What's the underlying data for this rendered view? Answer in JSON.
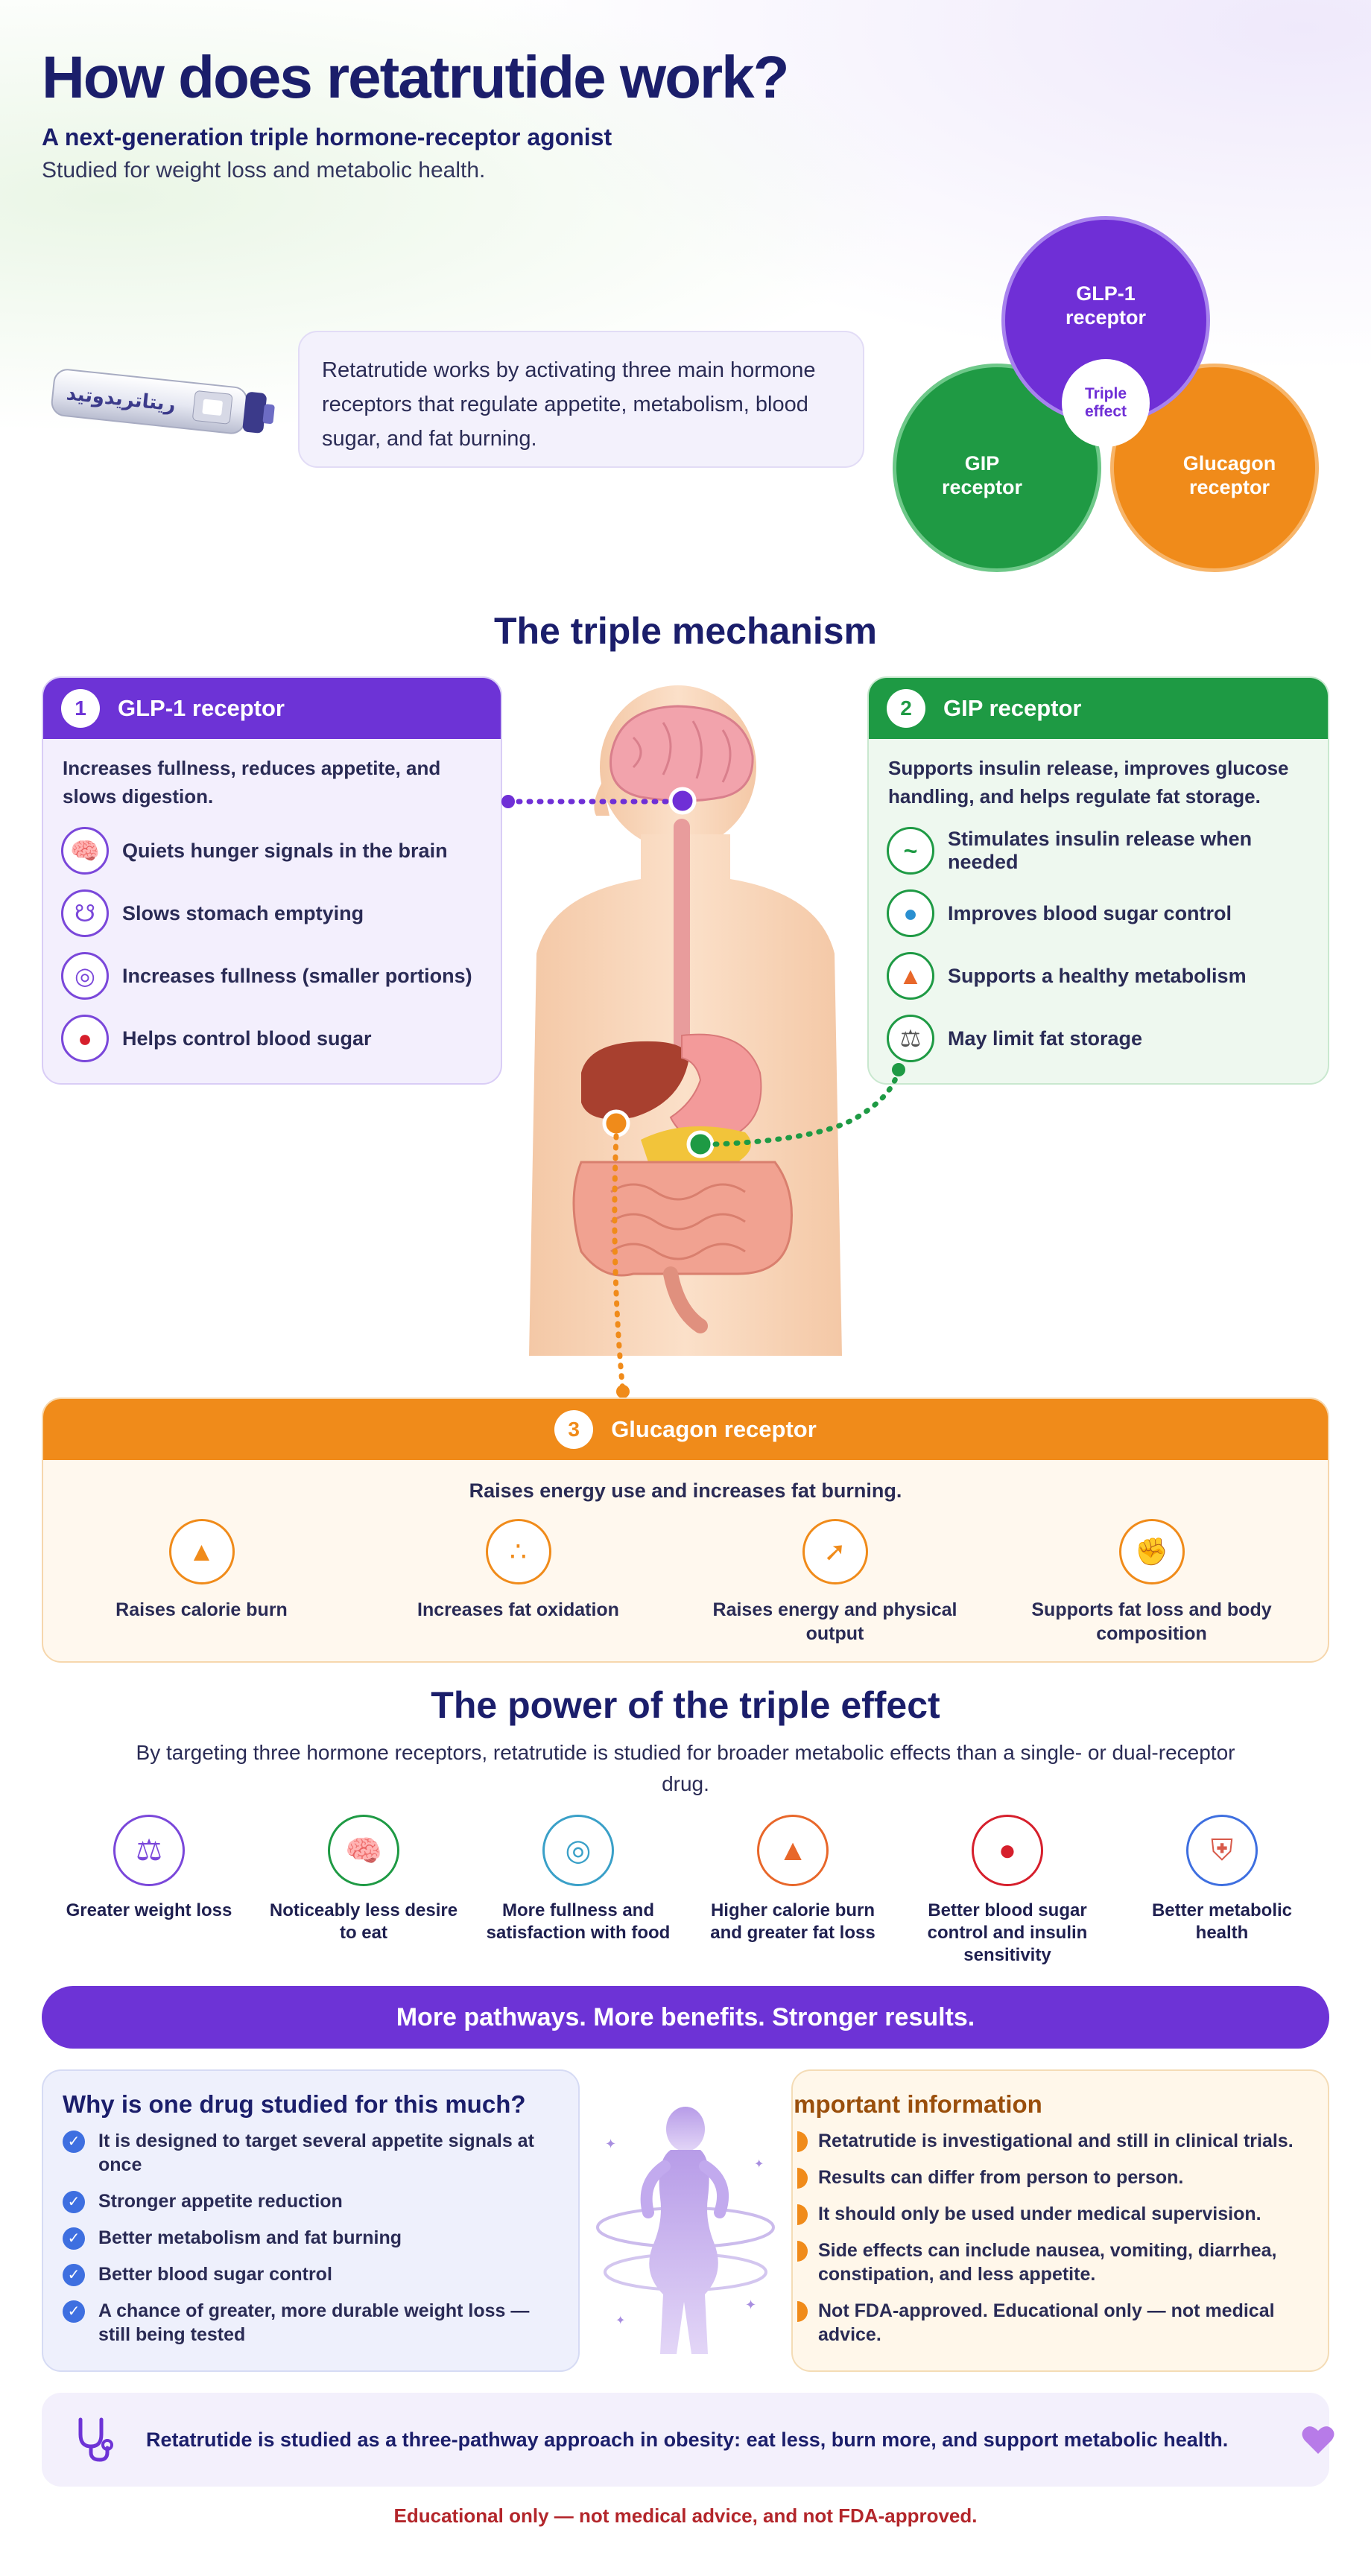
{
  "header": {
    "title": "How does retatrutide work?",
    "subtitle": "A next-generation triple hormone-receptor agonist",
    "subtitle2": "Studied for weight loss and metabolic health."
  },
  "pen": {
    "label": "ريتاتريدوتيد"
  },
  "intro": "Retatrutide works by activating three main hormone receptors that regulate appetite, metabolism, blood sugar, and fat burning.",
  "venn": {
    "glp1": "GLP-1 receptor",
    "gip": "GIP receptor",
    "glucagon": "Glucagon receptor",
    "center": "Triple effect"
  },
  "mechanism": {
    "title": "The triple mechanism",
    "glp1": {
      "number": "1",
      "title": "GLP-1 receptor",
      "desc": "Increases fullness, reduces appetite, and slows digestion.",
      "items": [
        {
          "icon": "brain-icon",
          "label": "Quiets hunger signals in the brain"
        },
        {
          "icon": "stomach-icon",
          "label": "Slows stomach emptying"
        },
        {
          "icon": "plate-icon",
          "label": "Increases fullness (smaller portions)"
        },
        {
          "icon": "blood-drop-icon",
          "label": "Helps control blood sugar"
        }
      ]
    },
    "gip": {
      "number": "2",
      "title": "GIP receptor",
      "desc": "Supports insulin release, improves glucose handling, and helps regulate fat storage.",
      "items": [
        {
          "icon": "pancreas-icon",
          "label": "Stimulates insulin release when needed"
        },
        {
          "icon": "water-drop-icon",
          "label": "Improves blood sugar control"
        },
        {
          "icon": "flame-icon",
          "label": "Supports a healthy metabolism"
        },
        {
          "icon": "scale-icon",
          "label": "May limit fat storage"
        }
      ]
    },
    "glucagon": {
      "number": "3",
      "title": "Glucagon receptor",
      "desc": "Raises energy use and increases fat burning.",
      "items": [
        {
          "icon": "flame-icon",
          "label": "Raises calorie burn"
        },
        {
          "icon": "fat-droplets-icon",
          "label": "Increases fat oxidation"
        },
        {
          "icon": "runner-icon",
          "label": "Raises energy and physical output"
        },
        {
          "icon": "muscle-icon",
          "label": "Supports fat loss and body composition"
        }
      ]
    }
  },
  "power": {
    "title": "The power of the triple effect",
    "desc": "By targeting three hormone receptors, retatrutide is studied for broader metabolic effects than a single- or dual-receptor drug.",
    "items": [
      {
        "icon": "scale-icon",
        "label": "Greater weight loss",
        "color": "#7a47da"
      },
      {
        "icon": "brain-icon",
        "label": "Noticeably less desire to eat",
        "color": "#1e9a44"
      },
      {
        "icon": "plate-icon",
        "label": "More fullness and satisfaction with food",
        "color": "#3aa0c8"
      },
      {
        "icon": "flame-icon",
        "label": "Higher calorie burn and greater fat loss",
        "color": "#e8672a"
      },
      {
        "icon": "blood-drop-icon",
        "label": "Better blood sugar control and insulin sensitivity",
        "color": "#d61f2c"
      },
      {
        "icon": "shield-icon",
        "label": "Better metabolic health",
        "color": "#3e6fe0"
      }
    ]
  },
  "banner": "More pathways. More benefits. Stronger results.",
  "why": {
    "title": "Why is one drug studied for this much?",
    "items": [
      "It is designed to target several appetite signals at once",
      "Stronger appetite reduction",
      "Better metabolism and fat burning",
      "Better blood sugar control",
      "A chance of greater, more durable weight loss — still being tested"
    ]
  },
  "info": {
    "title": "Important information",
    "items": [
      "Retatrutide is investigational and still in clinical trials.",
      "Results can differ from person to person.",
      "It should only be used under medical supervision.",
      "Side effects can include nausea, vomiting, diarrhea, constipation, and less appetite.",
      "Not FDA-approved. Educational only — not medical advice."
    ]
  },
  "footer": {
    "text": "Retatrutide is studied as a three-pathway approach in obesity: eat less, burn more, and support metabolic health.",
    "disclaimer": "Educational only — not medical advice, and not FDA-approved."
  },
  "colors": {
    "navy": "#1b1e6b",
    "purple": "#6d33d6",
    "green": "#1e9a44",
    "orange": "#f08b1a",
    "red": "#b3262b"
  }
}
